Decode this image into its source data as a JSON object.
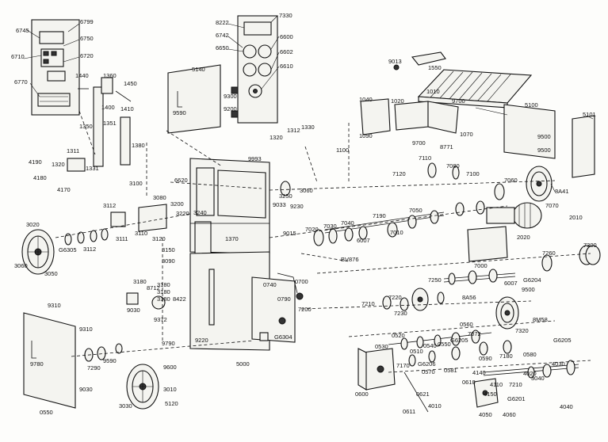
{
  "labels": [
    "6745",
    "6799",
    "6750",
    "6710",
    "6720",
    "6770",
    "8222",
    "6742",
    "6650",
    "7330",
    "6600",
    "6602",
    "6610",
    "5140",
    "9590",
    "9300",
    "9200",
    "9013",
    "1550",
    "1040",
    "1020",
    "1010",
    "9700",
    "5100",
    "5101",
    "1350",
    "1351",
    "1440",
    "1360",
    "1450",
    "1400",
    "1410",
    "1380",
    "1311",
    "1320",
    "1331",
    "4190",
    "4180",
    "4170",
    "1312",
    "1330",
    "1320",
    "1100",
    "1090",
    "9700",
    "8771",
    "1070",
    "9500",
    "9500",
    "9993",
    "7110",
    "7120",
    "7080",
    "7100",
    "7060",
    "7070",
    "8A41",
    "2010",
    "3100",
    "6620",
    "3250",
    "3060",
    "9033",
    "9230",
    "3080",
    "3200",
    "3220",
    "3240",
    "9015",
    "7050",
    "7190",
    "7030",
    "7020",
    "7040",
    "6007",
    "7010",
    "3112",
    "3020",
    "3111",
    "3110",
    "3120",
    "3150",
    "3090",
    "3112",
    "G6305",
    "3060",
    "3050",
    "1370",
    "BV876",
    "6007",
    "G6204",
    "7000",
    "2020",
    "7300",
    "7260",
    "3180",
    "3180",
    "3180",
    "3180",
    "8712",
    "9030",
    "9372",
    "8422",
    "0740",
    "0790",
    "0700",
    "7200",
    "7210",
    "7220",
    "7230",
    "7250",
    "8A56",
    "9500",
    "9310",
    "9310",
    "9030",
    "7290",
    "9590",
    "9780",
    "9790",
    "9600",
    "5000",
    "9220",
    "G6304",
    "0520",
    "0510",
    "0530",
    "0540",
    "0550",
    "G6205",
    "0560",
    "7072",
    "7320",
    "8M58",
    "G6205",
    "0590",
    "7180",
    "0580",
    "G6206",
    "0570",
    "0581",
    "0610",
    "7170",
    "4020",
    "4030",
    "7210",
    "4150",
    "4140",
    "4110",
    "G6201",
    "3040",
    "3030",
    "3010",
    "5120",
    "0550",
    "0600",
    "0621",
    "0611",
    "4010",
    "4050",
    "4060",
    "4040"
  ],
  "title_block": {}
}
